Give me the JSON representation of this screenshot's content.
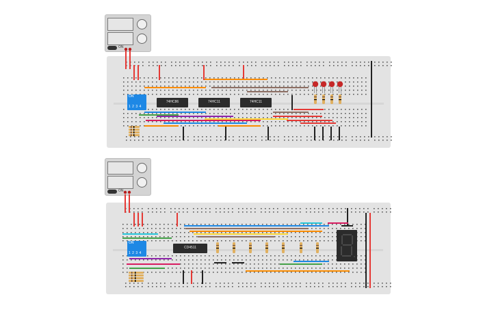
{
  "workspace": {
    "background": "#ffffff",
    "board_color": "#e3e3e3",
    "hole_color": "#5a5a5a"
  },
  "circuit_top": {
    "power_supply": {
      "switch_label": "ON"
    },
    "chips": [
      {
        "label": "74HC86"
      },
      {
        "label": "74HC11"
      },
      {
        "label": "74HC11"
      }
    ],
    "dip_switch": {
      "on_label": "ON",
      "positions": "1 2 3 4"
    },
    "leds": {
      "count": 4,
      "color": "#c62828"
    }
  },
  "circuit_bottom": {
    "power_supply": {
      "switch_label": "ON"
    },
    "chips": [
      {
        "label": "CD4511"
      }
    ],
    "dip_switch": {
      "on_label": "ON",
      "positions": "1 2 3 4"
    },
    "display": {
      "digit": "8.",
      "segment_color": "#3a3a3a"
    }
  },
  "wire_colors": {
    "red": "#e53935",
    "black": "#212121",
    "blue": "#1e88e5",
    "green": "#43a047",
    "orange": "#fb8c00",
    "brown": "#8d6e63",
    "yellow": "#fdd835",
    "purple": "#8e24aa",
    "magenta": "#d81b60",
    "cyan": "#26c6da"
  }
}
